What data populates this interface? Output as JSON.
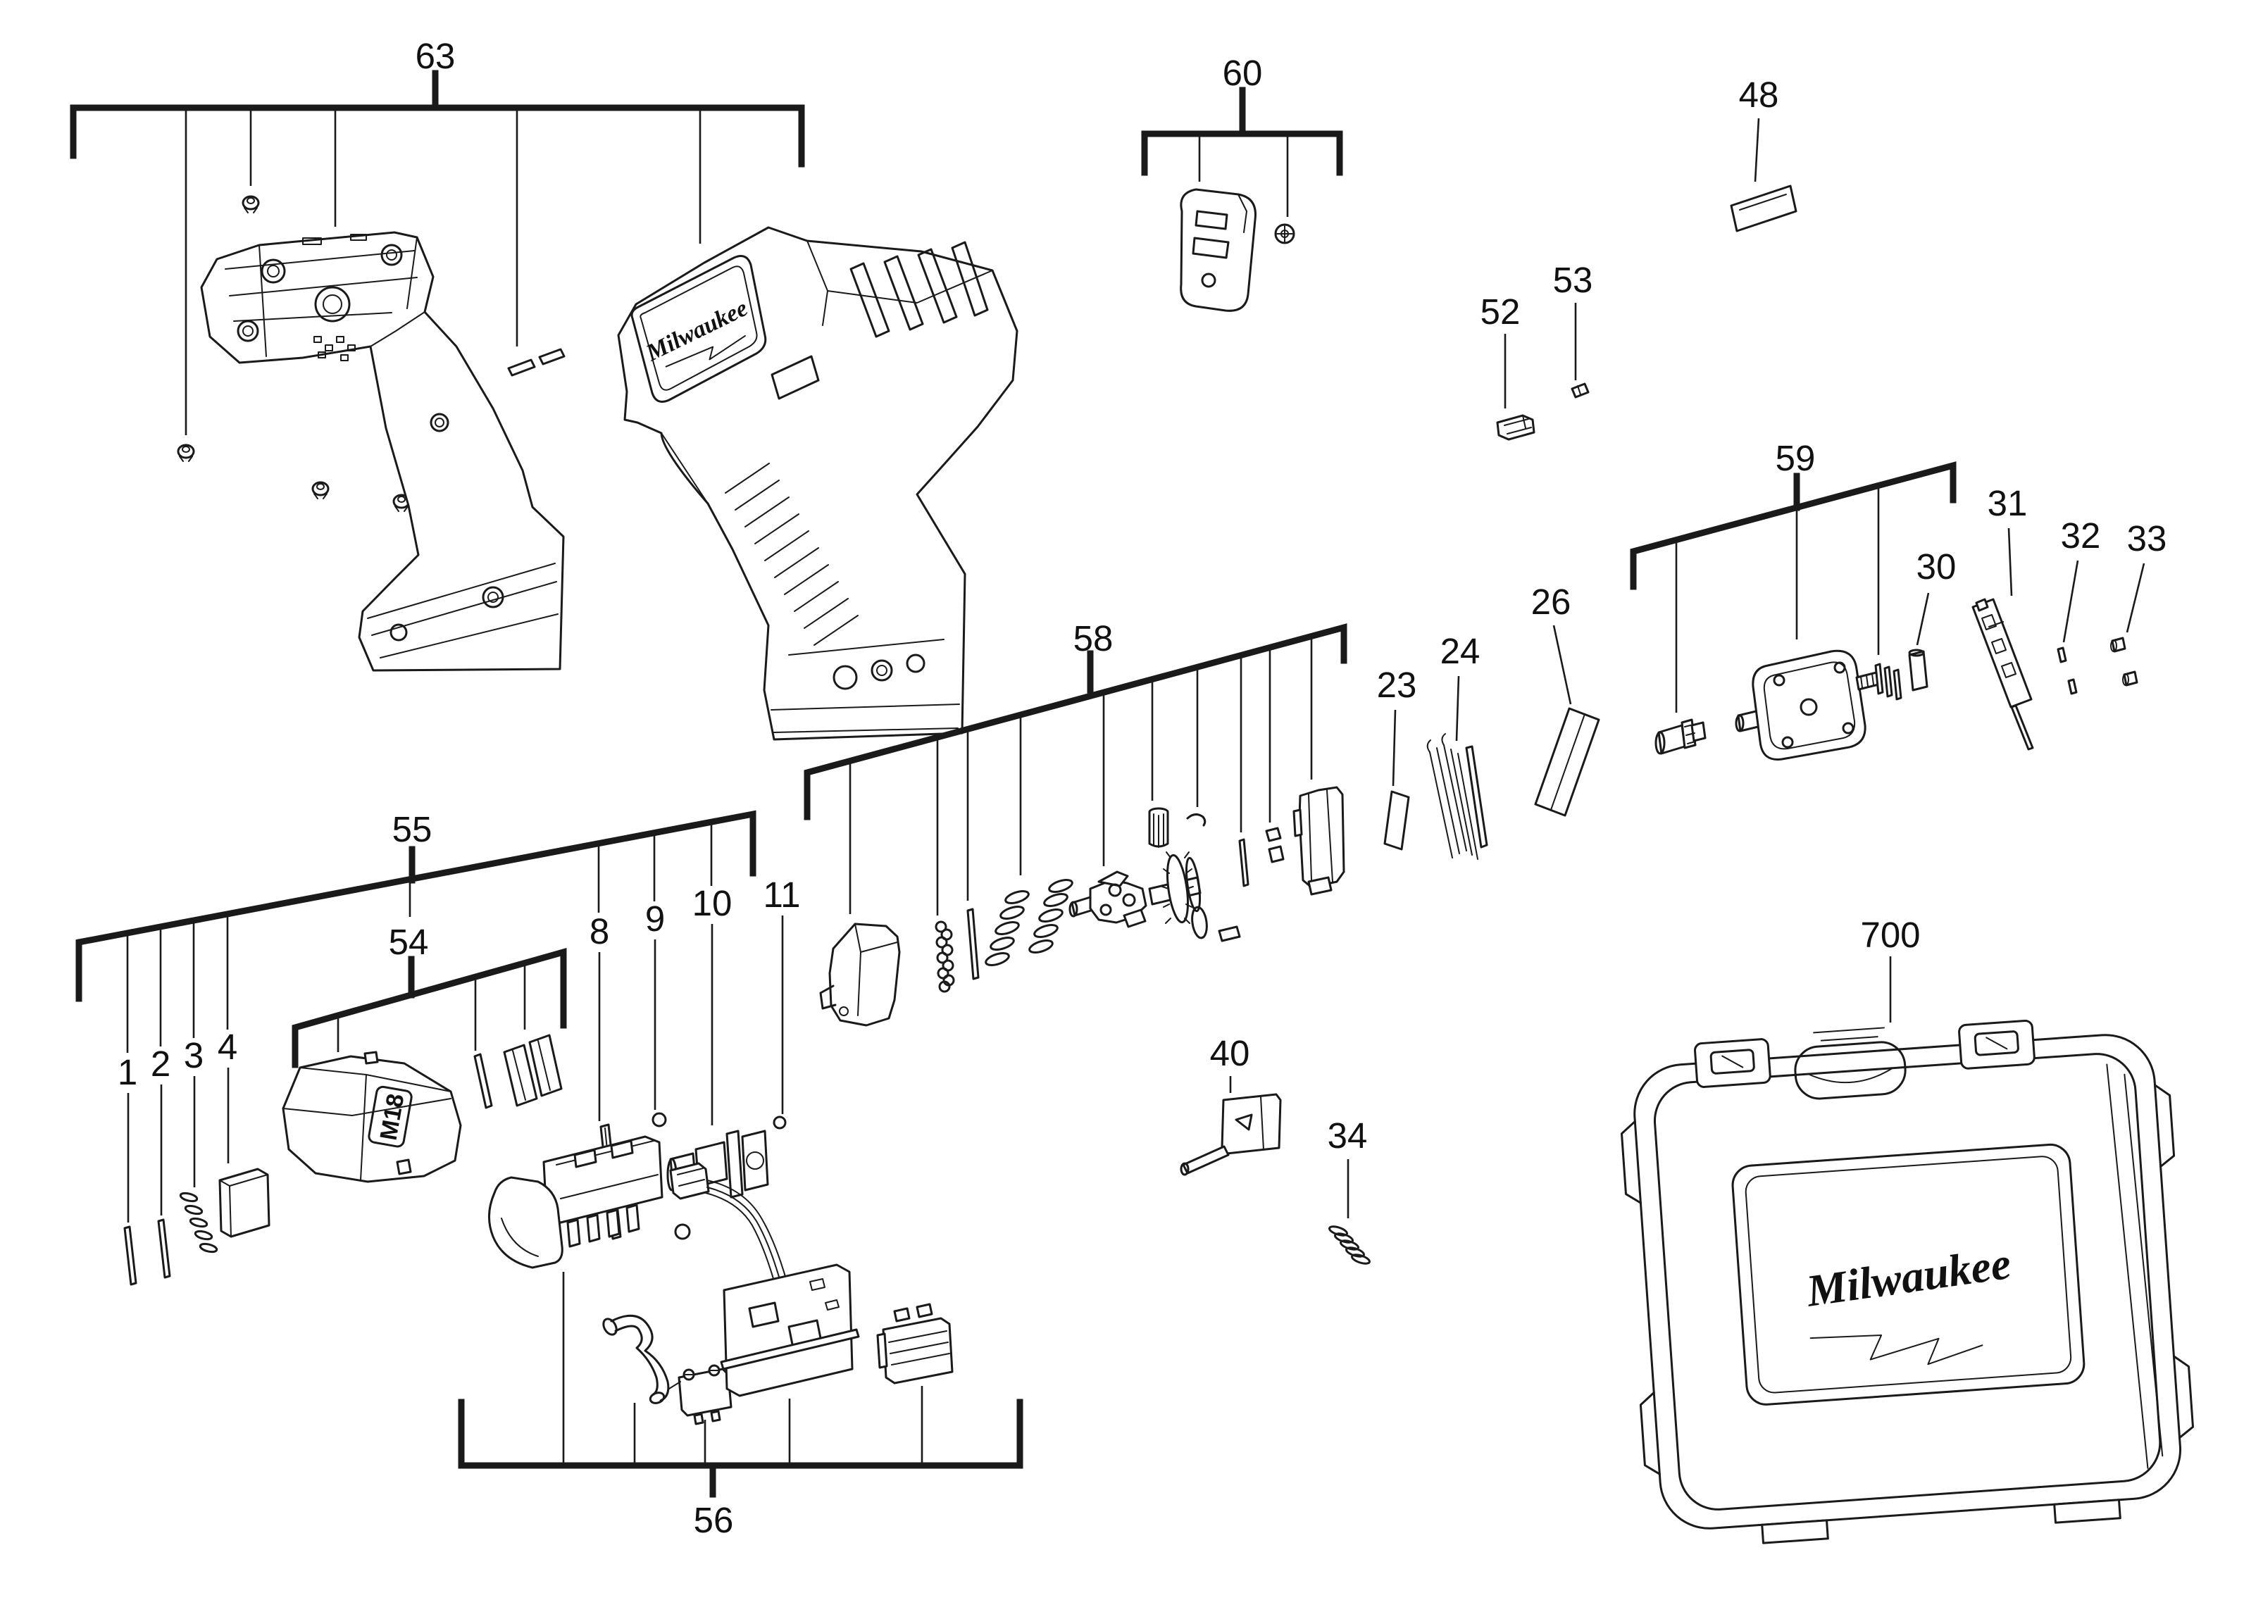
{
  "diagram": {
    "type": "exploded-parts-diagram",
    "product": "cordless impact driver",
    "colors": {
      "line": "#1a1a1a",
      "background": "#ffffff"
    },
    "labels": {
      "n1": "1",
      "n2": "2",
      "n3": "3",
      "n4": "4",
      "n8": "8",
      "n9": "9",
      "n10": "10",
      "n11": "11",
      "n23": "23",
      "n24": "24",
      "n26": "26",
      "n30": "30",
      "n31": "31",
      "n32": "32",
      "n33": "33",
      "n34": "34",
      "n40": "40",
      "n48": "48",
      "n52": "52",
      "n53": "53",
      "n54": "54",
      "n55": "55",
      "n56": "56",
      "n58": "58",
      "n59": "59",
      "n60": "60",
      "n63": "63",
      "n700": "700"
    },
    "logos": {
      "housing": "Milwaukee",
      "gearbox": "M18",
      "case": "Milwaukee"
    }
  }
}
